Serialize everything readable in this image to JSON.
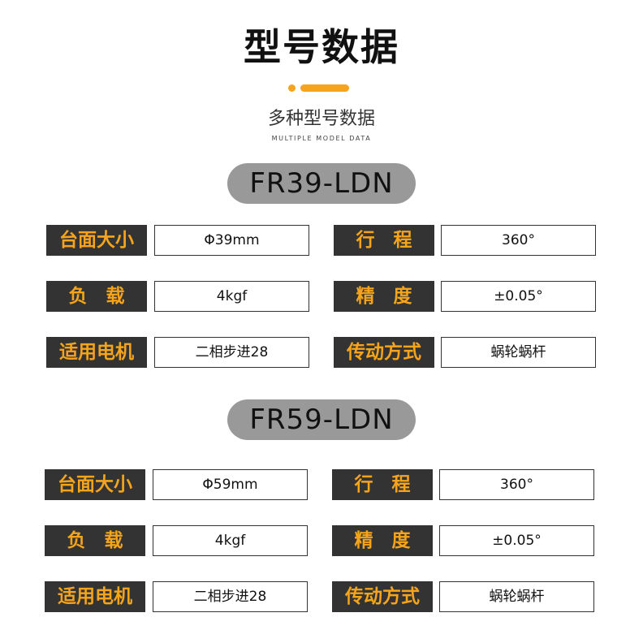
{
  "header": {
    "title": "型号数据",
    "subtitle": "多种型号数据",
    "subtitle_en": "MULTIPLE MODEL DATA",
    "accent_color": "#f5a41b"
  },
  "models": [
    {
      "name": "FR39-LDN",
      "rows": [
        {
          "label1": "台面大小",
          "value1": "Φ39mm",
          "label2": "行　程",
          "value2": "360°"
        },
        {
          "label1": "负　载",
          "value1": "4kgf",
          "label2": "精　度",
          "value2": "±0.05°"
        },
        {
          "label1": "适用电机",
          "value1": "二相步进28",
          "label2": "传动方式",
          "value2": "蜗轮蜗杆"
        }
      ]
    },
    {
      "name": "FR59-LDN",
      "rows": [
        {
          "label1": "台面大小",
          "value1": "Φ59mm",
          "label2": "行　程",
          "value2": "360°"
        },
        {
          "label1": "负　载",
          "value1": "4kgf",
          "label2": "精　度",
          "value2": "±0.05°"
        },
        {
          "label1": "适用电机",
          "value1": "二相步进28",
          "label2": "传动方式",
          "value2": "蜗轮蜗杆"
        }
      ]
    }
  ]
}
